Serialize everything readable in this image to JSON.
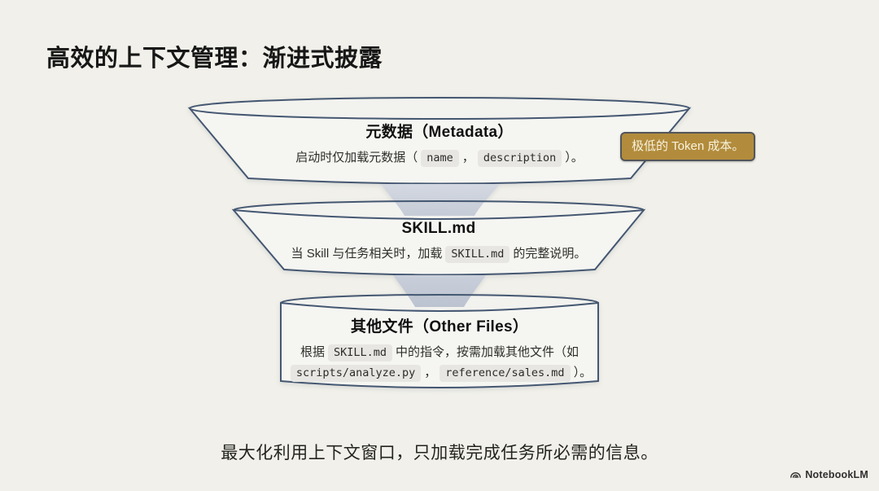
{
  "slide": {
    "title": "高效的上下文管理：渐进式披露",
    "caption": "最大化利用上下文窗口，只加载完成任务所必需的信息。",
    "brand": "NotebookLM"
  },
  "colors": {
    "background": "#f1f0ea",
    "funnel_stroke": "#445771",
    "funnel_fill": "#f5f5f2",
    "funnel_rim_fill": "#f2f2ef",
    "neck_fill_upper": "#ccd2dc",
    "neck_fill_lower": "#bfc6d3",
    "badge_bg": "#b28c3c",
    "badge_border": "#53565a",
    "badge_text": "#f8f2df",
    "code_chip_bg": "#e7e6e2"
  },
  "icons": {
    "brand": "notebooklm-fan-icon"
  },
  "funnel": {
    "badge_label": "极低的 Token 成本。",
    "tiers": [
      {
        "heading": "元数据（Metadata）",
        "p1": "启动时仅加载元数据（",
        "code1": "name",
        "p2": "，",
        "code2": "description",
        "p3": "）。"
      },
      {
        "heading": "SKILL.md",
        "p1": "当 Skill 与任务相关时，加载",
        "code1": "SKILL.md",
        "p2": "的完整说明。"
      },
      {
        "heading": "其他文件（Other Files）",
        "p1": "根据",
        "code1": "SKILL.md",
        "p2": "中的指令，按需加载其他文件（如",
        "code2": "scripts/analyze.py",
        "p3": "，",
        "code3": "reference/sales.md",
        "p4": "）。"
      }
    ]
  }
}
